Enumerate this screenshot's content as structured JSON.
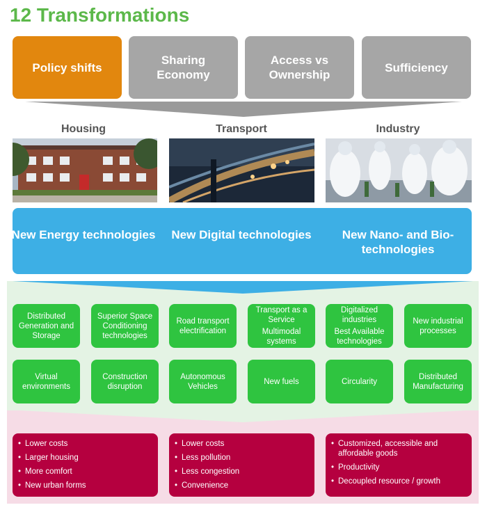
{
  "title": "12 Transformations",
  "transformations": [
    "Policy shifts",
    "Sharing Economy",
    "Access vs Ownership",
    "Sufficiency"
  ],
  "sectors": [
    "Housing",
    "Transport",
    "Industry"
  ],
  "technologies": [
    "New Energy technologies",
    "New Digital technologies",
    "New Nano- and Bio-technologies"
  ],
  "solutions_row1": [
    {
      "lines": [
        "Distributed Generation and Storage"
      ]
    },
    {
      "lines": [
        "Superior Space Conditioning technologies"
      ]
    },
    {
      "lines": [
        "Road transport electrification"
      ]
    },
    {
      "lines": [
        "Transport as a Service",
        "Multimodal systems"
      ]
    },
    {
      "lines": [
        "Digitalized industries",
        "Best Available technologies"
      ]
    },
    {
      "lines": [
        "New industrial processes"
      ]
    }
  ],
  "solutions_row2": [
    {
      "lines": [
        "Virtual environments"
      ]
    },
    {
      "lines": [
        "Construction disruption"
      ]
    },
    {
      "lines": [
        "Autonomous Vehicles"
      ]
    },
    {
      "lines": [
        "New fuels"
      ]
    },
    {
      "lines": [
        "Circularity"
      ]
    },
    {
      "lines": [
        "Distributed Manufacturing"
      ]
    }
  ],
  "benefits": [
    [
      "Lower costs",
      "Larger housing",
      "More comfort",
      "New urban forms"
    ],
    [
      "Lower costs",
      "Less pollution",
      "Less congestion",
      "Convenience"
    ],
    [
      "Customized, accessible and affordable goods",
      "Productivity",
      "Decoupled resource / growth"
    ]
  ],
  "colors": {
    "title_green": "#5cb84a",
    "policy_orange": "#e2870e",
    "transformation_grey": "#a6a6a6",
    "tech_blue": "#3dafe5",
    "solution_green": "#2fc440",
    "benefit_crimson": "#b5003f"
  }
}
